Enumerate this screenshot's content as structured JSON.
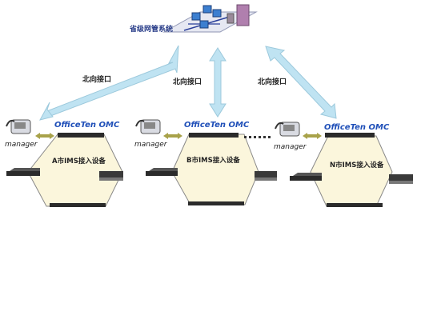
{
  "nms": {
    "title": "省级网管系统"
  },
  "north_labels": [
    "北向接口",
    "北向接口",
    "北向接口"
  ],
  "omc_label": "OfficeTen OMC",
  "manager_label": "manager",
  "regions": [
    "A市IMS接入设备",
    "B市IMS接入设备",
    "N市IMS接入设备"
  ],
  "colors": {
    "arrow": "#bfe3f2",
    "arrow_stroke": "#9cc9dc",
    "cloud": "#fbf6dc",
    "cloud_stroke": "#888888",
    "omc_text": "#1f4fb8",
    "olive_arrow": "#a8a24a"
  }
}
